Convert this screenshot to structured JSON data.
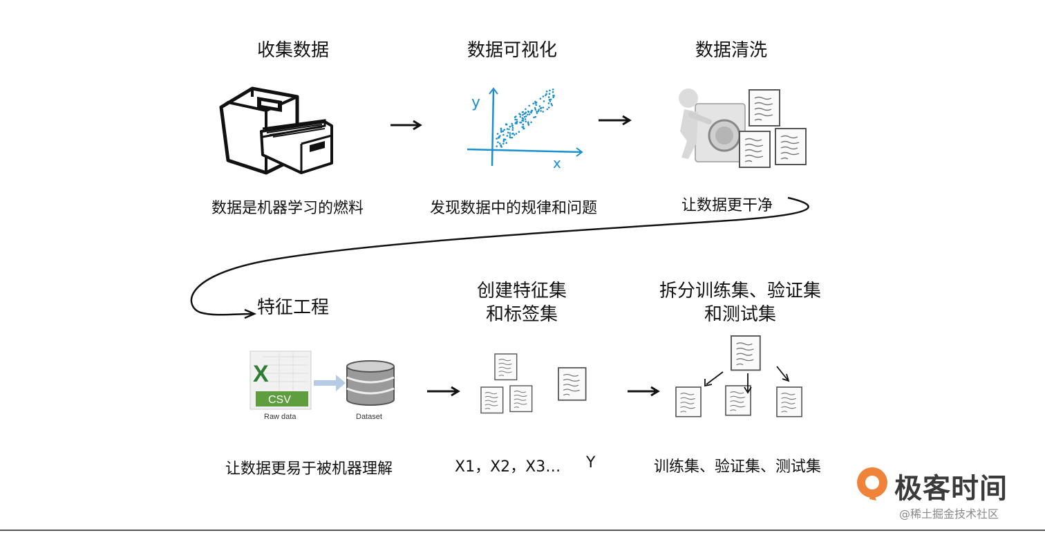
{
  "steps": {
    "collect": {
      "title": "收集数据",
      "caption": "数据是机器学习的燃料"
    },
    "visualize": {
      "title": "数据可视化",
      "caption": "发现数据中的规律和问题",
      "axis_x": "x",
      "axis_y": "y"
    },
    "clean": {
      "title": "数据清洗",
      "caption": "让数据更干净"
    },
    "feature": {
      "title": "特征工程",
      "caption": "让数据更易于被机器理解",
      "csv_badge": "CSV",
      "excel_letter": "X",
      "raw_label": "Raw data",
      "dataset_label": "Dataset"
    },
    "create_sets": {
      "title_line1": "创建特征集",
      "title_line2": "和标签集",
      "caption_x": "X1，X2，X3…",
      "caption_y": "Y"
    },
    "split": {
      "title_line1": "拆分训练集、验证集",
      "title_line2": "和测试集",
      "caption": "训练集、验证集、测试集"
    }
  },
  "branding": {
    "logo": "极客时间",
    "credit": "@稀土掘金技术社区",
    "accent": "#f0833a"
  }
}
